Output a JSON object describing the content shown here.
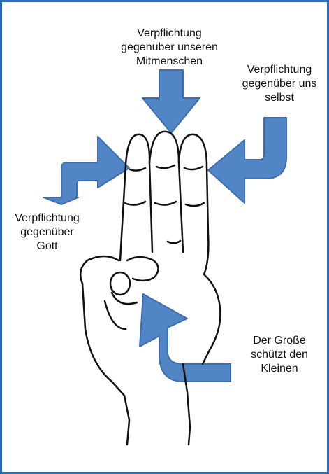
{
  "labels": {
    "top": "Verpflichtung\ngegenüber unseren\nMitmenschen",
    "right": "Verpflichtung\ngegenüber uns\nselbst",
    "left": "Verpflichtung\ngegenüber\nGott",
    "bottom_right": "Der Große\nschützt den\nKleinen"
  },
  "colors": {
    "frame": "#2f6db5",
    "arrow": "#3f78c0",
    "ink": "#111111"
  },
  "icons": [
    "hand-salute-illustration",
    "arrow-down-icon",
    "arrow-left-icon",
    "arrow-right-icon",
    "arrow-upleft-icon"
  ]
}
